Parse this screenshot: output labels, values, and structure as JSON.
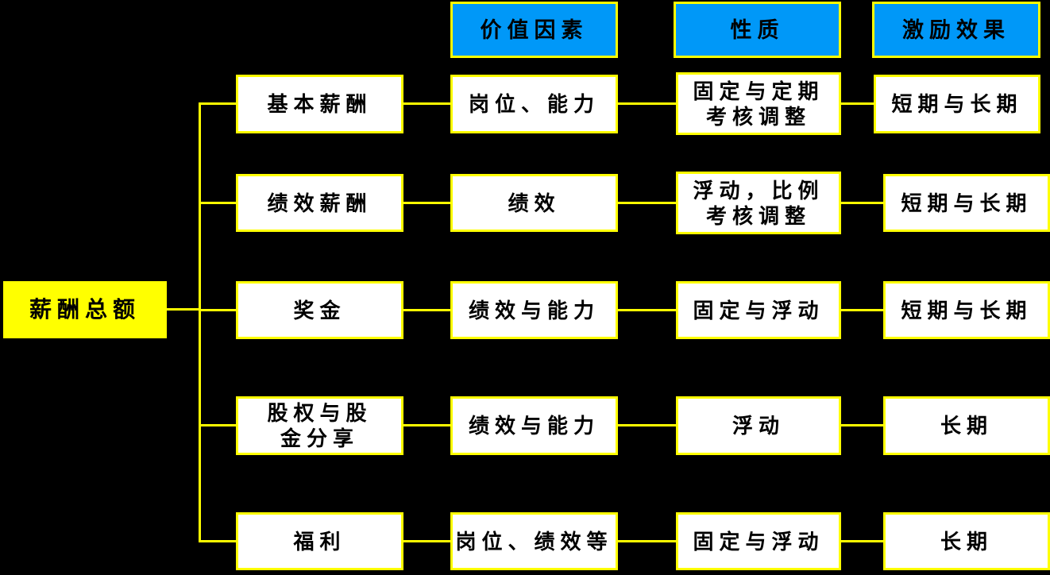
{
  "root": {
    "label": "薪酬总额"
  },
  "headers": [
    {
      "label": "价值因素"
    },
    {
      "label": "性质"
    },
    {
      "label": "激励效果"
    }
  ],
  "rows": [
    {
      "category": "基本薪酬",
      "value_factor": "岗位、能力",
      "nature": "固定与定期\n考核调整",
      "incentive": "短期与长期"
    },
    {
      "category": "绩效薪酬",
      "value_factor": "绩效",
      "nature": "浮动，比例\n考核调整",
      "incentive": "短期与长期"
    },
    {
      "category": "奖金",
      "value_factor": "绩效与能力",
      "nature": "固定与浮动",
      "incentive": "短期与长期"
    },
    {
      "category": "股权与股\n金分享",
      "value_factor": "绩效与能力",
      "nature": "浮动",
      "incentive": "长期"
    },
    {
      "category": "福利",
      "value_factor": "岗位、绩效等",
      "nature": "固定与浮动",
      "incentive": "长期"
    }
  ],
  "colors": {
    "background": "#000000",
    "node_fill": "#ffffff",
    "node_border": "#ffff00",
    "header_fill": "#0098f8",
    "root_fill": "#ffff00",
    "connector": "#ffff00",
    "text": "#000000"
  }
}
